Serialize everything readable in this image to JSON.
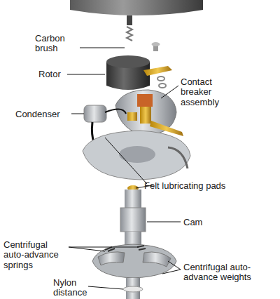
{
  "diagram": {
    "labels": [
      "Carbon brush",
      "Rotor",
      "Contact breaker assembly",
      "Condenser",
      "Felt lubricating pads",
      "Cam",
      "Centrifugal auto-advance springs",
      "Centrifugal auto-advance weights",
      "Nylon distance"
    ]
  }
}
